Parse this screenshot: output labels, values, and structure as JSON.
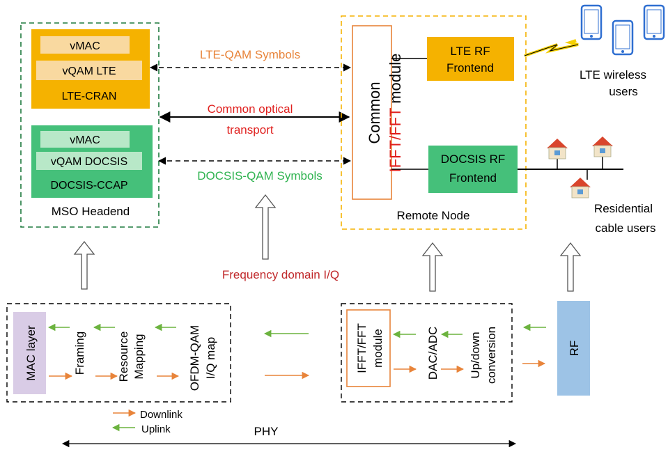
{
  "colors": {
    "lte": "#f5b200",
    "lte_light": "#f9d9a0",
    "docsis": "#45c07a",
    "docsis_light": "#b8e8c8",
    "orange_text": "#e8843a",
    "red_text": "#e0201e",
    "green_text": "#2fb350",
    "downlink": "#e8843a",
    "uplink": "#6cb33f",
    "mac": "#d9cce6",
    "rf": "#9dc3e6",
    "phone": "#2f6fd1",
    "house_roof": "#d9452c"
  },
  "mso": {
    "label": "MSO Headend",
    "lte": {
      "vmac": "vMAC",
      "vqam": "vQAM LTE",
      "name": "LTE-CRAN"
    },
    "docsis": {
      "vmac": "vMAC",
      "vqam": "vQAM DOCSIS",
      "name": "DOCSIS-CCAP"
    }
  },
  "links": {
    "lte_qam": "LTE-QAM Symbols",
    "optical_1": "Common optical",
    "optical_2": "transport",
    "docsis_qam": "DOCSIS-QAM Symbols",
    "freq_iq": "Frequency domain I/Q"
  },
  "remote": {
    "label": "Remote Node",
    "common_1": "Common",
    "common_2_colored": "IFFT/FFT",
    "common_2_rest": " module",
    "lte_rf_1": "LTE RF",
    "lte_rf_2": "Frontend",
    "docsis_rf_1": "DOCSIS RF",
    "docsis_rf_2": "Frontend"
  },
  "users": {
    "lte_1": "LTE wireless",
    "lte_2": "users",
    "res_1": "Residential",
    "res_2": "cable users"
  },
  "phy_chain": {
    "mac": "MAC layer",
    "framing": "Framing",
    "resource_1": "Resource",
    "resource_2": "Mapping",
    "ofdm_1": "OFDM-QAM",
    "ofdm_2": "I/Q map",
    "ifft_1": "IFFT/FFT",
    "ifft_2": "module",
    "dac": "DAC/ADC",
    "updown_1": "Up/down",
    "updown_2": "conversion",
    "rf": "RF"
  },
  "legend": {
    "downlink": "Downlink",
    "uplink": "Uplink",
    "phy": "PHY"
  }
}
